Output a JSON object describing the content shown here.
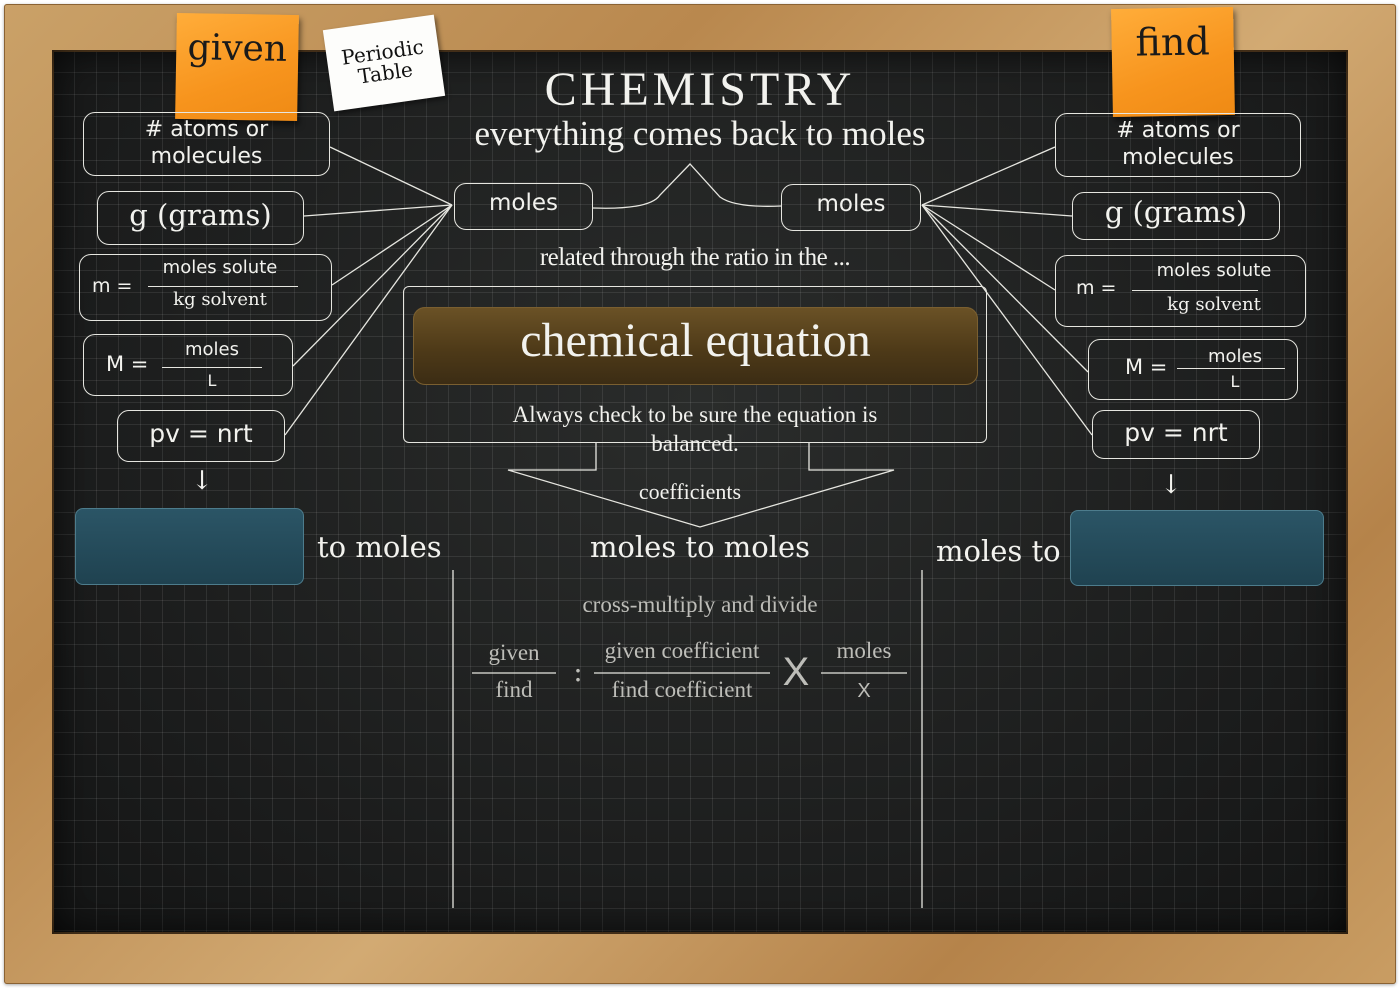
{
  "title": "CHEMISTRY",
  "subtitle": "everything comes back to moles",
  "notes": {
    "given": "given",
    "find": "find"
  },
  "periodic_table": {
    "line1": "Periodic",
    "line2": "Table"
  },
  "left": {
    "atoms_line1": "# atoms or",
    "atoms_line2": "molecules",
    "grams": "g (grams)",
    "molal_m": "m =",
    "molal_num": "moles solute",
    "molal_den": "kg solvent",
    "molar_M": "M =",
    "molar_num": "moles",
    "molar_den": "L",
    "gas": "pv = nrt",
    "arrow": "↓",
    "to_moles": "to moles"
  },
  "right": {
    "atoms_line1": "# atoms or",
    "atoms_line2": "molecules",
    "grams": "g (grams)",
    "molal_m": "m =",
    "molal_num": "moles solute",
    "molal_den": "kg solvent",
    "molar_M": "M =",
    "molar_num": "moles",
    "molar_den": "L",
    "gas": "pv = nrt",
    "arrow": "↓",
    "moles_to": "moles to"
  },
  "center": {
    "moles_left": "moles",
    "moles_right": "moles",
    "related": "related through the ratio in the ...",
    "equation": "chemical equation",
    "check_line1": "Always check to be sure the equation is",
    "check_line2": "balanced.",
    "coefficients": "coefficients",
    "moles_to_moles": "moles to moles",
    "cross": "cross-multiply and divide",
    "given": "given",
    "find": "find",
    "ratio": ":",
    "given_coef": "given coefficient",
    "find_coef": "find coefficient",
    "times": "X",
    "moles": "moles",
    "x": "X"
  },
  "colors": {
    "board": "#1d1f1e",
    "chalk": "#f2f2ee",
    "note": "#f7941d",
    "blue_box": "#2b5566",
    "equation_box": "#5a4420"
  }
}
